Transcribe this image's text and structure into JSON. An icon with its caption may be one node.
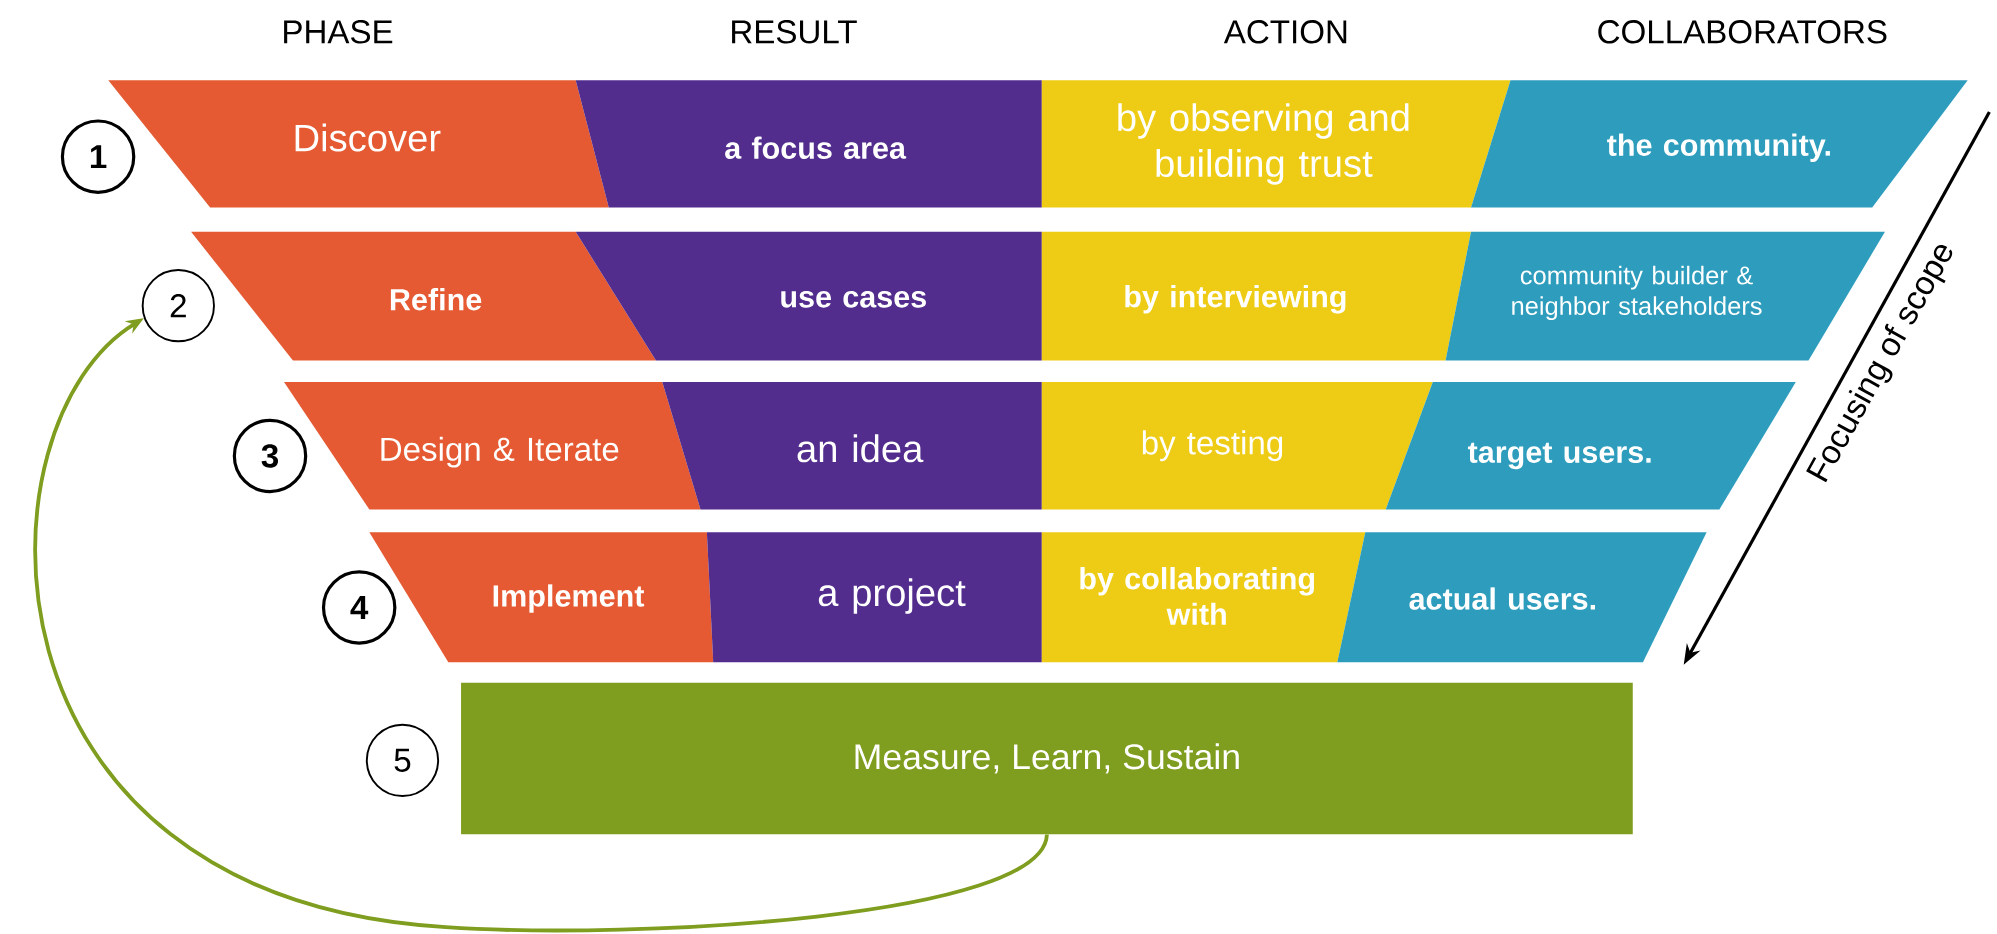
{
  "diagram": {
    "nodes": [
      {
        "text": [
          "1"
        ]
      },
      {
        "text": [
          "Discover"
        ]
      },
      {
        "text": [
          "a focus area"
        ]
      },
      {
        "text": [
          "by observing and building trust"
        ]
      },
      {
        "text": [
          "the community."
        ]
      },
      {
        "text": [
          "2"
        ]
      },
      {
        "text": [
          "Refine"
        ]
      },
      {
        "text": [
          "use cases"
        ]
      },
      {
        "text": [
          "by interviewing"
        ]
      },
      {
        "text": [
          "community builder & neighbor stakeholders"
        ]
      },
      {
        "text": [
          "3"
        ]
      },
      {
        "text": [
          "Design & Iterate"
        ]
      },
      {
        "text": [
          "an idea"
        ]
      },
      {
        "text": [
          "by testing"
        ]
      },
      {
        "text": [
          "target users."
        ]
      },
      {
        "text": [
          "4"
        ]
      },
      {
        "text": [
          "Implement"
        ]
      },
      {
        "text": [
          "a project"
        ]
      },
      {
        "text": [
          "by collaborating with"
        ]
      },
      {
        "text": [
          "actual users."
        ]
      },
      {
        "text": [
          "5"
        ]
      },
      {
        "text": [
          "Measure, Learn, Sustain"
        ]
      }
    ],
    "edges": [
      {
        "from": 21,
        "to": 5,
        "arrow": "to",
        "color": "#7f9d1f"
      }
    ],
    "labels": [
      "PHASE",
      "RESULT",
      "ACTION",
      "COLLABORATORS",
      "Focusing of scope"
    ]
  }
}
